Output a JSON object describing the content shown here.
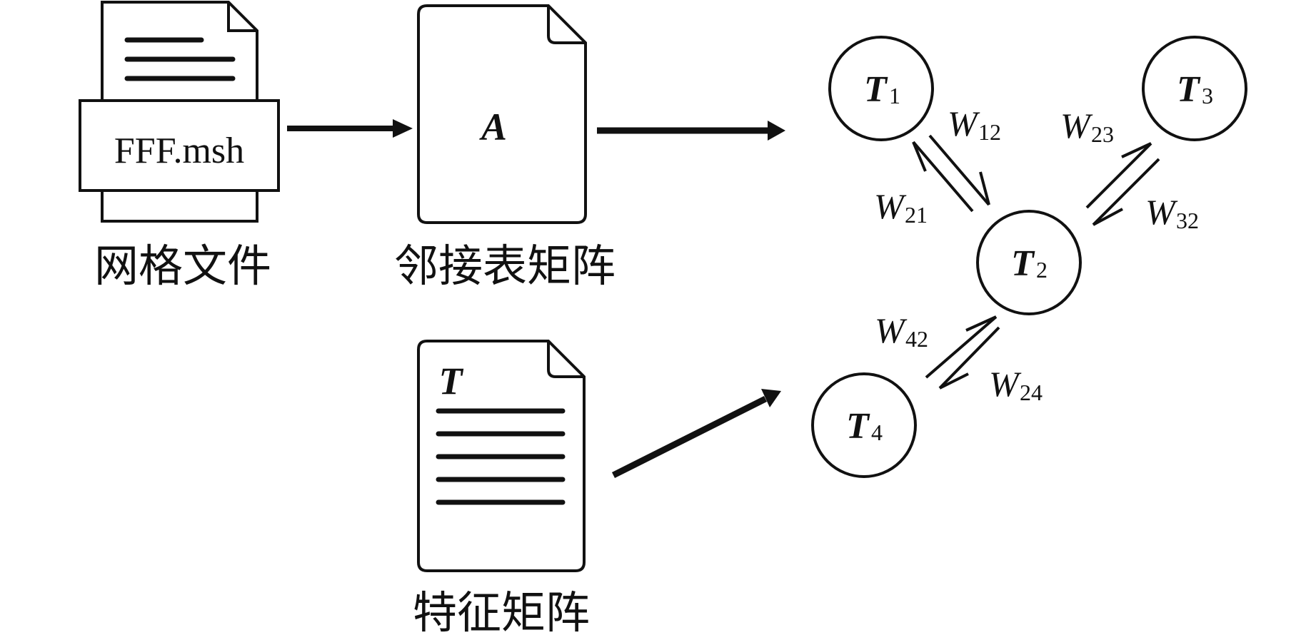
{
  "mesh_file": {
    "label": "FFF.msh",
    "caption": "网格文件"
  },
  "adjacency_matrix": {
    "symbol": "A",
    "caption": "邻接表矩阵"
  },
  "feature_matrix": {
    "symbol": "T",
    "caption": "特征矩阵"
  },
  "graph": {
    "nodes": [
      {
        "id": "T1",
        "main": "T",
        "sub": "1"
      },
      {
        "id": "T2",
        "main": "T",
        "sub": "2"
      },
      {
        "id": "T3",
        "main": "T",
        "sub": "3"
      },
      {
        "id": "T4",
        "main": "T",
        "sub": "4"
      }
    ],
    "edges": [
      {
        "id": "W12",
        "main": "W",
        "sub": "12"
      },
      {
        "id": "W21",
        "main": "W",
        "sub": "21"
      },
      {
        "id": "W23",
        "main": "W",
        "sub": "23"
      },
      {
        "id": "W32",
        "main": "W",
        "sub": "32"
      },
      {
        "id": "W42",
        "main": "W",
        "sub": "42"
      },
      {
        "id": "W24",
        "main": "W",
        "sub": "24"
      }
    ]
  }
}
